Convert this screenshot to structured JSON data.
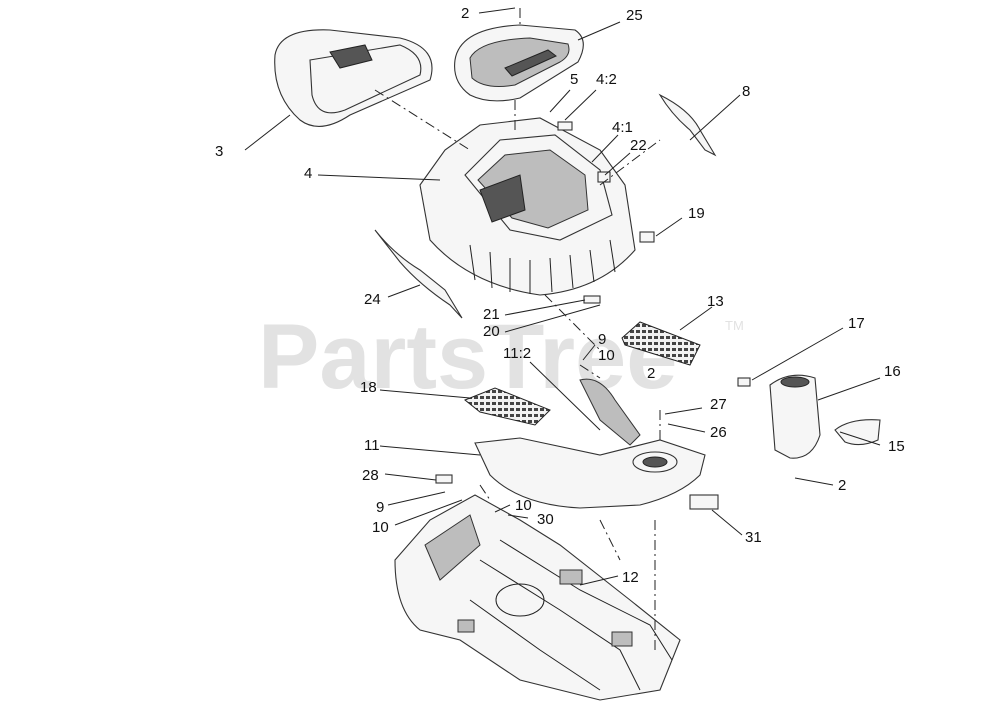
{
  "watermark": {
    "text": "PartsTree",
    "trademark": "TM"
  },
  "callouts": [
    "2",
    "25",
    "5",
    "4:2",
    "8",
    "3",
    "4:1",
    "22",
    "4",
    "19",
    "24",
    "21",
    "20",
    "13",
    "17",
    "9",
    "10",
    "11:2",
    "2",
    "16",
    "18",
    "27",
    "26",
    "15",
    "11",
    "2",
    "28",
    "9",
    "10",
    "10",
    "30",
    "31",
    "12"
  ]
}
